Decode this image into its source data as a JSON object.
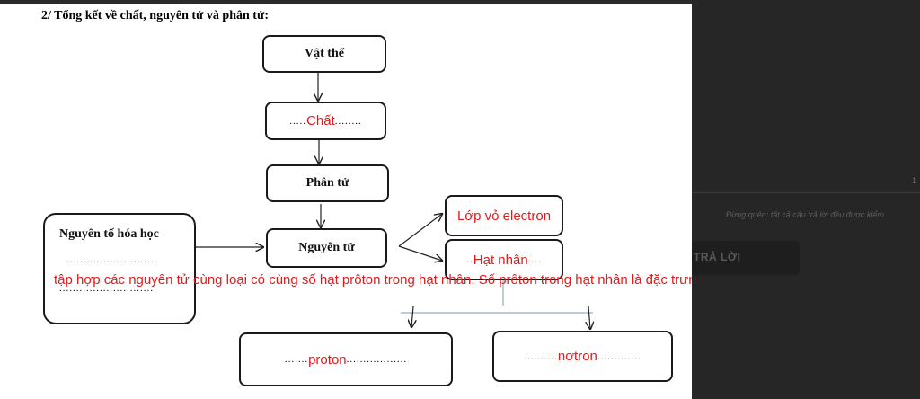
{
  "heading": "2/ Tổng kết về chất, nguyên tử và phân tử:",
  "boxes": {
    "vat_the": "Vật thể",
    "chat": "Chất",
    "phan_tu": "Phân tử",
    "nguyen_to_hoa_hoc": "Nguyên tố hóa học",
    "nguyen_tu": "Nguyên tử",
    "lop_vo_electron": "Lớp vỏ electron",
    "hat_nhan": "Hạt nhân",
    "proton": "proton",
    "notron": "nơtron"
  },
  "answer_text": "tập hợp các nguyên tử cùng loại có cùng số hạt prôton trong hạt nhân. Số prôton trong hạt nhân là đặc trưng của nguyên tố.",
  "right_panel": {
    "count_text": "1",
    "note_text": "Đừng quên: tất cả câu trả lời đều được kiểm",
    "answer_button": "TRẢ LỜI"
  }
}
